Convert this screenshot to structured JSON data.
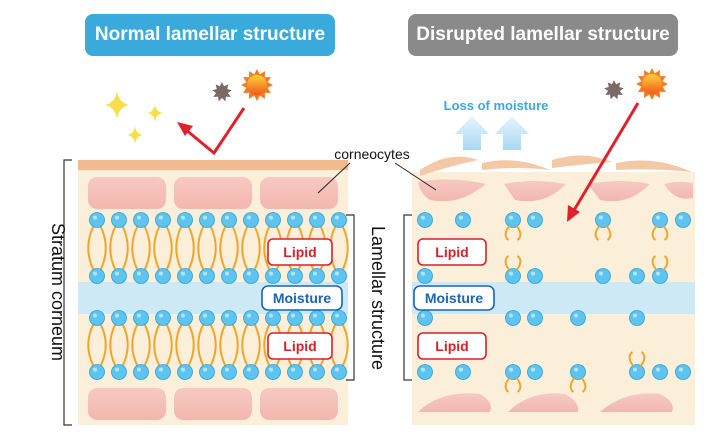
{
  "titles": {
    "normal": "Normal lamellar structure",
    "disrupted": "Disrupted lamellar structure"
  },
  "labels": {
    "corneocytes": "corneocytes",
    "loss_of_moisture": "Loss of moisture",
    "stratum_corneum": "Stratum corneum",
    "lamellar_structure": "Lamellar structure",
    "lipid": "Lipid",
    "moisture": "Moisture"
  },
  "colors": {
    "normal_title_bg": "#3aa9dc",
    "disrupted_title_bg": "#8a8a8a",
    "skin_bg": "#fcefd9",
    "corneocyte": "#f3c3bc",
    "moisture_band": "#cde9f6",
    "lipid_head": "#5cc4ee",
    "lipid_tail": "#f0a52a",
    "lipid_label_border": "#d6202a",
    "moisture_label_border": "#1c64b4",
    "arrow_red": "#e0202a",
    "sparkle": "#f7df4a",
    "moisture_arrow": "#a8d8f2"
  },
  "icons": [
    "sun-icon",
    "dark-star-icon",
    "sparkle-icon",
    "moisture-arrow-icon",
    "uv-ray-arrow-icon"
  ]
}
